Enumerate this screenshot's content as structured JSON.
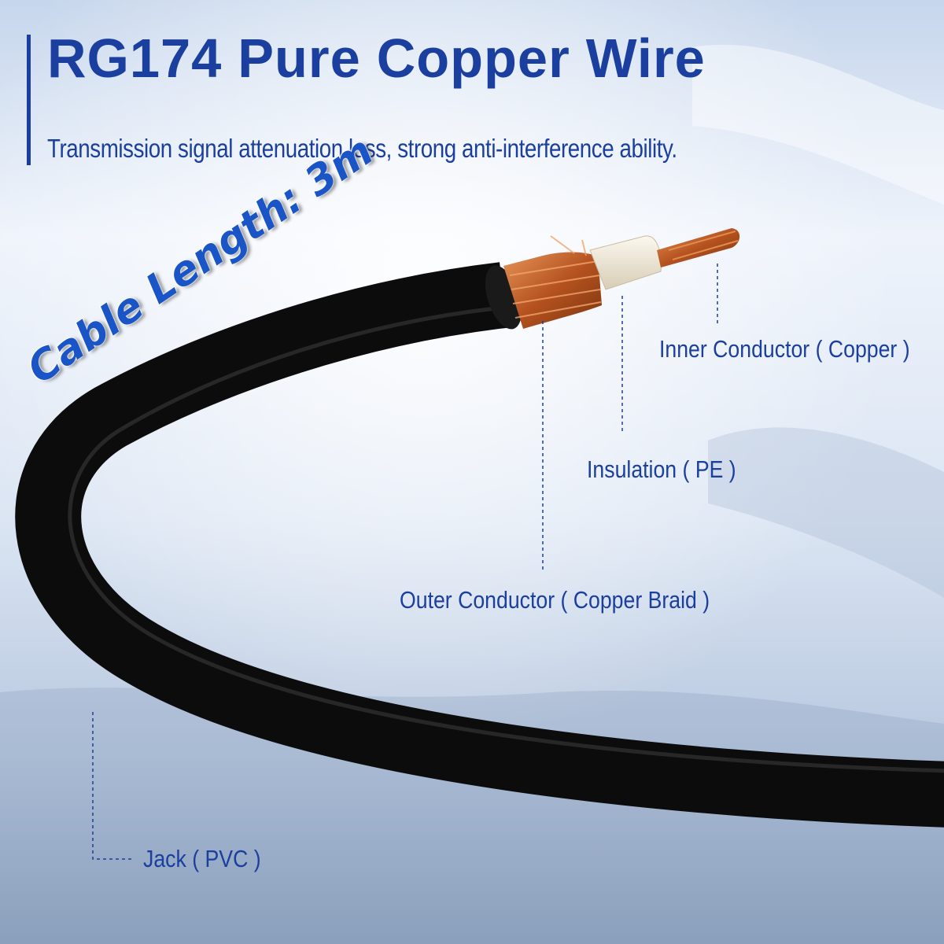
{
  "title": "RG174 Pure Copper Wire",
  "subtitle": "Transmission signal attenuation less, strong anti-interference ability.",
  "cable_length_label": "Cable Length: 3m",
  "callouts": {
    "inner_conductor": "Inner Conductor ( Copper )",
    "insulation": "Insulation ( PE )",
    "outer_conductor": "Outer Conductor ( Copper Braid )",
    "jacket": "Jack ( PVC )"
  },
  "colors": {
    "title_blue": "#1a3f9e",
    "length_blue": "#1a55c8",
    "cable_black": "#0e0e0e",
    "copper": "#c0622e",
    "insulation": "#efe8d8"
  }
}
